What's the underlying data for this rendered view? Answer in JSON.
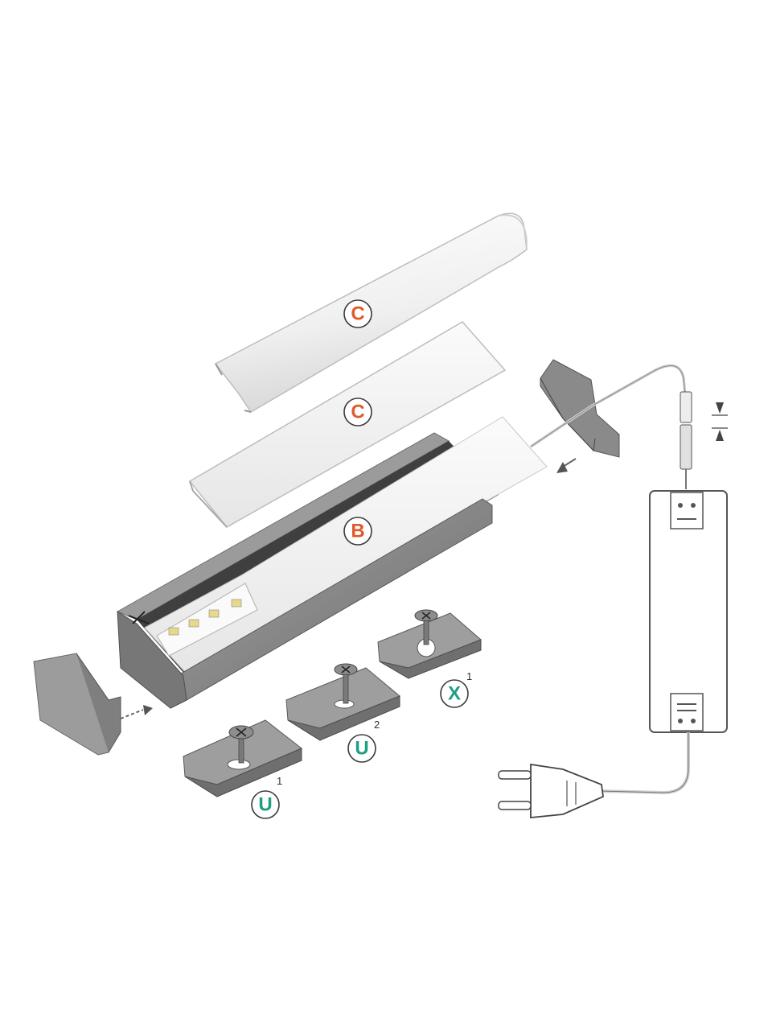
{
  "labels": {
    "cover_round": "C",
    "cover_flat": "C",
    "profile": "B",
    "mount_u1": "U",
    "mount_u1_index": "1",
    "mount_u2": "U",
    "mount_u2_index": "2",
    "mount_x1": "X",
    "mount_x1_index": "1"
  },
  "colors": {
    "cover_badge": "#e05a2b",
    "profile_badge": "#e05a2b",
    "mount_badge": "#1f9e82",
    "aluminium": "#8c8c8c",
    "aluminium_dark": "#5e5e5e",
    "diffuser": "#f2f2f2"
  },
  "icons": [
    "arrow-right-icon",
    "arrow-left-icon",
    "compress-arrows-icon",
    "screw-icon",
    "power-plug-icon"
  ]
}
